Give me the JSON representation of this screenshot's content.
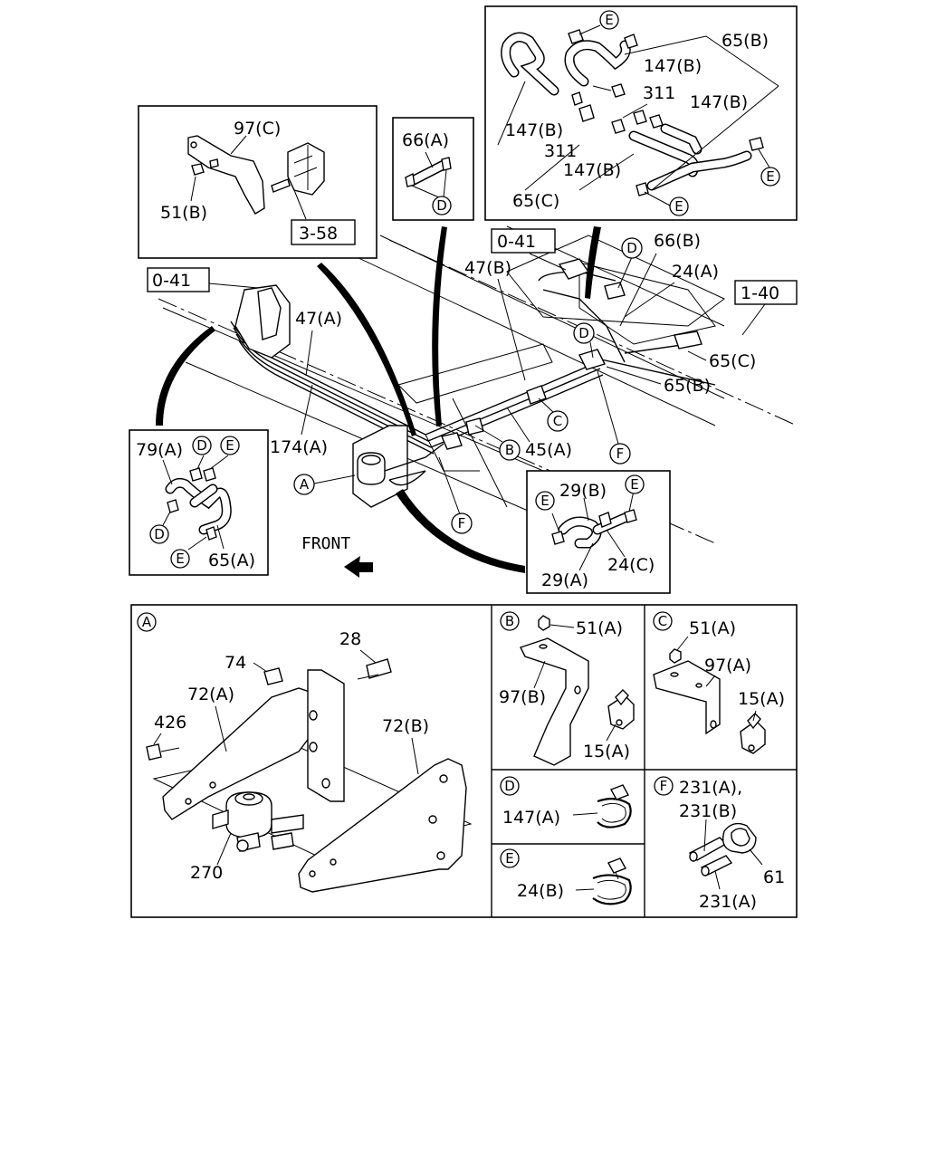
{
  "labels": {
    "p97c": "97(C)",
    "p51b": "51(B)",
    "ref358": "3-58",
    "p66a": "66(A)",
    "p65b_top": "65(B)",
    "p147b_1": "147(B)",
    "p311_1": "311",
    "p147b_2": "147(B)",
    "p147b_3": "147(B)",
    "p311_2": "311",
    "p147b_4": "147(B)",
    "p65c_top": "65(C)",
    "ref041_a": "0-41",
    "ref041_b": "0-41",
    "ref140": "1-40",
    "p47b": "47(B)",
    "p66b": "66(B)",
    "p24a": "24(A)",
    "p47a": "47(A)",
    "p65c_main": "65(C)",
    "p65b_main": "65(B)",
    "p174a": "174(A)",
    "p45a": "45(A)",
    "p79a": "79(A)",
    "p65a": "65(A)",
    "p29b": "29(B)",
    "p29a": "29(A)",
    "p24c": "24(C)",
    "front": "FRONT",
    "pA28": "28",
    "pA74": "74",
    "pA72a": "72(A)",
    "pA426": "426",
    "pA72b": "72(B)",
    "pA270": "270",
    "pB51a": "51(A)",
    "pB97b": "97(B)",
    "pB15a": "15(A)",
    "pC51a": "51(A)",
    "pC97a": "97(A)",
    "pC15a": "15(A)",
    "pD147a": "147(A)",
    "pE24b": "24(B)",
    "pF231ab_1": "231(A),",
    "pF231ab_2": "231(B)",
    "pF61": "61",
    "pF231a": "231(A)"
  },
  "callouts": {
    "A": "A",
    "B": "B",
    "C": "C",
    "D": "D",
    "E": "E",
    "F": "F"
  }
}
